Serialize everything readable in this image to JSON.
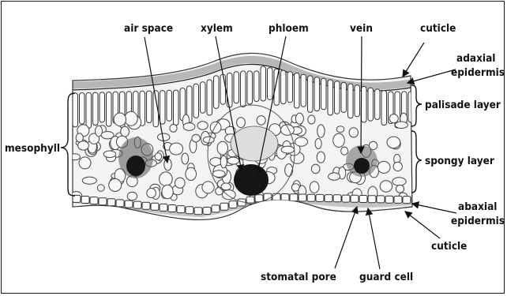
{
  "labels": {
    "air_space": "air space",
    "xylem": "xylem",
    "phloem": "phloem",
    "vein": "vein",
    "cuticle_top": "cuticle",
    "adaxial_1": "adaxial",
    "adaxial_2": "epidermis",
    "palisade": "palisade layer",
    "mesophyll": "mesophyll",
    "spongy": "spongy layer",
    "abaxial_1": "abaxial",
    "abaxial_2": "epidermis",
    "cuticle_bottom": "cuticle",
    "stomatal_pore": "stomatal pore",
    "guard_cell": "guard cell"
  },
  "colors": {
    "ink": "#111111",
    "cell_wall": "#3a3a3a",
    "vein_dark": "#151515",
    "tissue_bg": "#f2f2f2"
  }
}
